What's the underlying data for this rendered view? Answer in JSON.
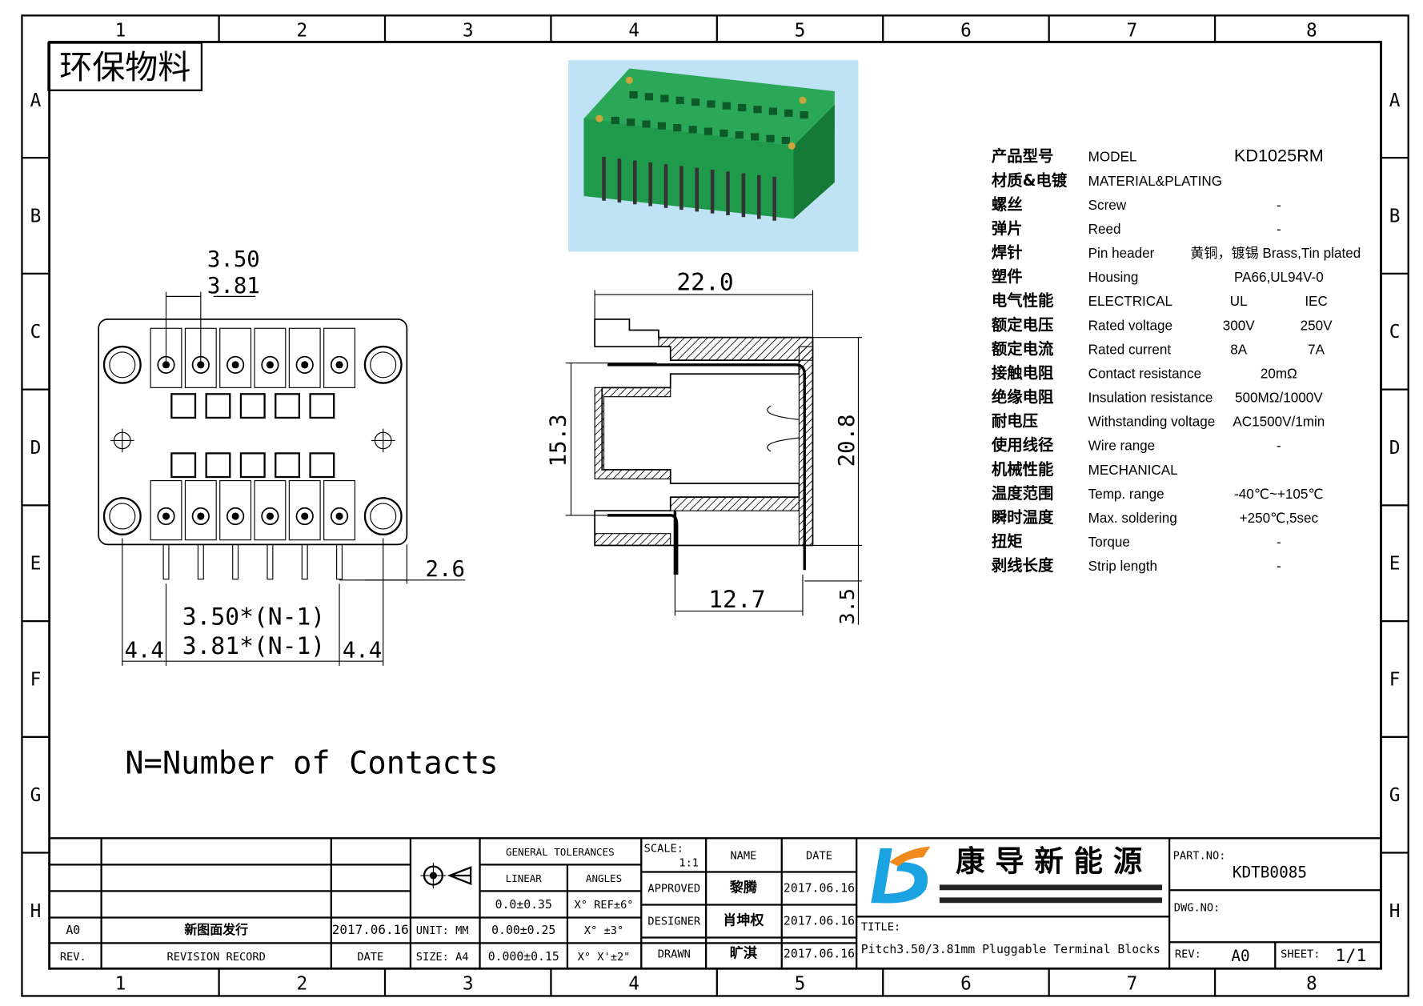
{
  "stamp": "环保物料",
  "grid": {
    "columns": [
      "1",
      "2",
      "3",
      "4",
      "5",
      "6",
      "7",
      "8"
    ],
    "rows": [
      "A",
      "B",
      "C",
      "D",
      "E",
      "F",
      "G",
      "H"
    ]
  },
  "front_view": {
    "pitch_a": "3.50",
    "pitch_b": "3.81",
    "offset": "2.6",
    "span_a": "3.50*(N-1)",
    "span_b": "3.81*(N-1)",
    "edge_left": "4.4",
    "edge_right": "4.4"
  },
  "side_view": {
    "width": "22.0",
    "height_inner": "15.3",
    "height_total": "20.8",
    "pin_span": "12.7",
    "pin_length": "3.5"
  },
  "note": "N=Number of Contacts",
  "colors": {
    "housing_green": "#1f9a4a",
    "photo_bg": "#bfe3f5",
    "logo_blue": "#1aa3e0",
    "logo_orange": "#f08a1c"
  },
  "specs": [
    {
      "cn": "产品型号",
      "en": "MODEL",
      "value": "KD1025RM"
    },
    {
      "cn": "材质&电镀",
      "en": "MATERIAL&PLATING",
      "value": ""
    },
    {
      "cn": "螺丝",
      "en": "Screw",
      "value": "-"
    },
    {
      "cn": "弹片",
      "en": "Reed",
      "value": "-"
    },
    {
      "cn": "焊针",
      "en": "Pin header",
      "value": "黄铜，镀锡 Brass,Tin plated"
    },
    {
      "cn": "塑件",
      "en": "Housing",
      "value": "PA66,UL94V-0"
    },
    {
      "cn": "电气性能",
      "en": "ELECTRICAL",
      "ul": "UL",
      "iec": "IEC"
    },
    {
      "cn": "额定电压",
      "en": "Rated voltage",
      "ul": "300V",
      "iec": "250V"
    },
    {
      "cn": "额定电流",
      "en": "Rated current",
      "ul": "8A",
      "iec": "7A"
    },
    {
      "cn": "接触电阻",
      "en": "Contact resistance",
      "value": "20mΩ"
    },
    {
      "cn": "绝缘电阻",
      "en": "Insulation resistance",
      "value": "500MΩ/1000V"
    },
    {
      "cn": "耐电压",
      "en": "Withstanding voltage",
      "value": "AC1500V/1min"
    },
    {
      "cn": "使用线径",
      "en": "Wire range",
      "value": "-"
    },
    {
      "cn": "机械性能",
      "en": "MECHANICAL",
      "value": ""
    },
    {
      "cn": "温度范围",
      "en": "Temp.  range",
      "value": "-40℃~+105℃"
    },
    {
      "cn": "瞬时温度",
      "en": "Max.  soldering",
      "value": "+250℃,5sec"
    },
    {
      "cn": "扭矩",
      "en": "Torque",
      "value": "-"
    },
    {
      "cn": "剥线长度",
      "en": "Strip length",
      "value": "-"
    }
  ],
  "title_block": {
    "revision": {
      "rev": "A0",
      "record": "新图面发行",
      "date": "2017.06.16",
      "rev_label": "REV.",
      "record_label": "REVISION RECORD",
      "date_label": "DATE"
    },
    "unit": "UNIT: MM",
    "size": "SIZE: A4",
    "tolerances": {
      "header": "GENERAL TOLERANCES",
      "linear_label": "LINEAR",
      "angles_label": "ANGLES",
      "linear": [
        "0.0±0.35",
        "0.00±0.25",
        "0.000±0.15"
      ],
      "angles": [
        "X° REF±6°",
        "X°  ±3°",
        "X° X'±2\""
      ]
    },
    "scale_label": "SCALE:",
    "scale": "1:1",
    "name_label": "NAME",
    "date_label": "DATE",
    "approvals": [
      {
        "role": "APPROVED",
        "name": "黎腾",
        "date": "2017.06.16"
      },
      {
        "role": "DESIGNER",
        "name": "肖坤权",
        "date": "2017.06.16"
      },
      {
        "role": "DRAWN",
        "name": "旷淇",
        "date": "2017.06.16"
      }
    ],
    "company": "康 导 新 能 源",
    "title_label": "TITLE:",
    "title": "Pitch3.50/3.81mm Pluggable Terminal Blocks",
    "part_no_label": "PART.NO:",
    "part_no": "KDTB0085",
    "dwg_no_label": "DWG.NO:",
    "rev_label": "REV:",
    "rev": "A0",
    "sheet_label": "SHEET:",
    "sheet": "1/1"
  }
}
